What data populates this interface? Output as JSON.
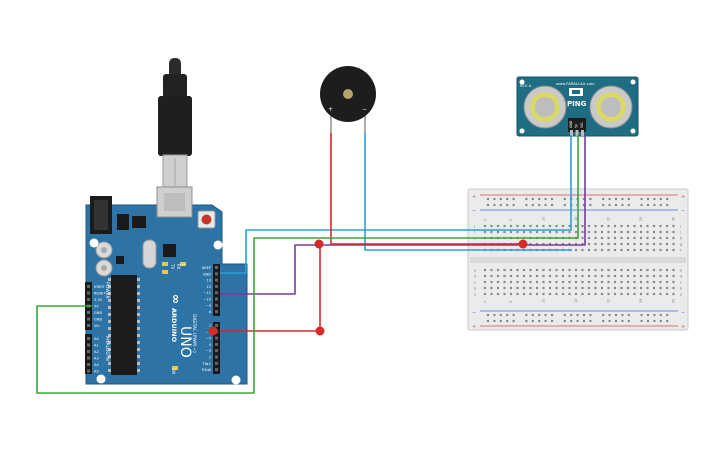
{
  "circuit": {
    "arduino": {
      "brand": "ARDUINO",
      "model": "UNO",
      "on_label": "ON",
      "power_header": "POWER",
      "analog_header": "ANALOG IN",
      "digital_header": "DIGITAL (PWM ~)",
      "tx_label": "TX",
      "rx_label": "RX",
      "l_label": "L",
      "power_pins": [
        "IOREF",
        "RESET",
        "3.3V",
        "5V",
        "GND",
        "GND",
        "Vin"
      ],
      "analog_pins": [
        "A0",
        "A1",
        "A2",
        "A3",
        "A4",
        "A5"
      ],
      "digital_pins_top": [
        "AREF",
        "GND",
        "13",
        "12",
        "~11",
        "~10",
        "~9",
        "8"
      ],
      "digital_pins_bottom": [
        "7",
        "~6",
        "~5",
        "4",
        "~3",
        "2",
        "TX▸1",
        "RX◂0"
      ]
    },
    "buzzer": {
      "plus_label": "+",
      "minus_label": "−"
    },
    "ping_sensor": {
      "label": "PING",
      "brand_text": "www.PARALLAX.com",
      "rev_text": "REV. A",
      "pin_labels": [
        "GND",
        "5V",
        "SIG"
      ]
    },
    "breadboard": {
      "rail_plus": "+",
      "rail_minus": "−",
      "row_letters_top": [
        "j",
        "i",
        "h",
        "g",
        "f"
      ],
      "row_letters_bottom": [
        "e",
        "d",
        "c",
        "b",
        "a"
      ],
      "column_numbers": [
        "1",
        "",
        "",
        "",
        "5",
        "",
        "",
        "",
        "",
        "10",
        "",
        "",
        "",
        "",
        "15",
        "",
        "",
        "",
        "",
        "20",
        "",
        "",
        "",
        "",
        "25",
        "",
        "",
        "",
        "",
        "30"
      ]
    },
    "wire_colors": {
      "red": "#d42a2a",
      "blue": "#2a9fd4",
      "purple": "#7a3a9e",
      "green": "#3aa63a"
    }
  }
}
